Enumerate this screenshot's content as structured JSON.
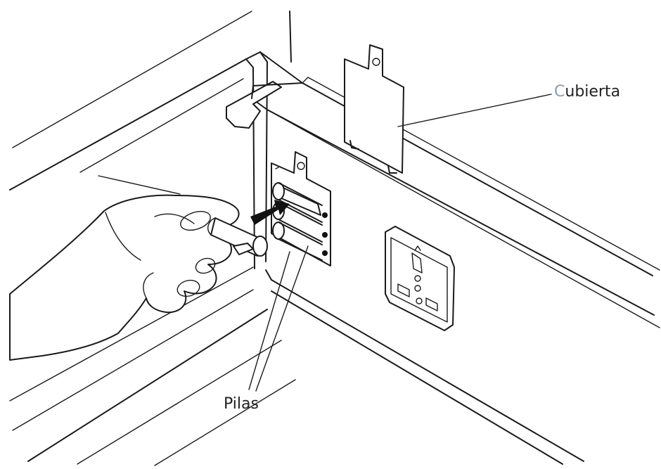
{
  "labels": {
    "cover": {
      "initial": "C",
      "rest": "ubierta"
    },
    "batteries": "Pilas"
  },
  "colors": {
    "ink": "#1a1a1a",
    "accent_initial": "#8a9bb5"
  }
}
